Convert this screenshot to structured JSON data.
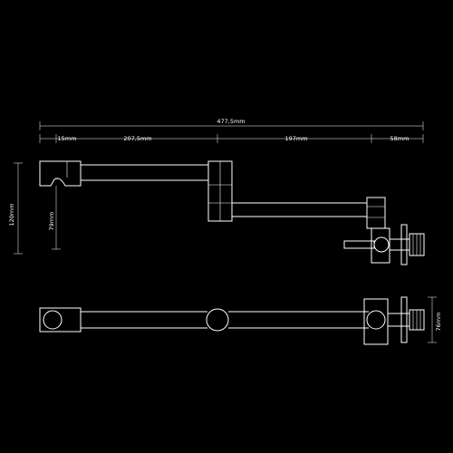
{
  "colors": {
    "background": "#000000",
    "stroke": "#ffffff"
  },
  "dimensions": {
    "total_length": "477,5mm",
    "seg_a": "15mm",
    "seg_b": "207,5mm",
    "seg_c": "197mm",
    "seg_d": "58mm",
    "height_total": "120mm",
    "height_drop": "79mm",
    "plate_width": "76mm"
  }
}
